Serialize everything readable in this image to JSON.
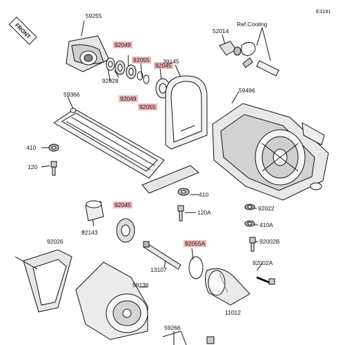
{
  "diagram": {
    "code": "E3191",
    "direction_marker": "FRONT",
    "cooling_reference": "Ref.Cooling",
    "highlight_color": "#f2b8bd",
    "part_labels": {
      "p59255": "59255",
      "p52014": "52014",
      "p92049_top": "92049",
      "p92055_top": "92055",
      "p92045_top": "92045",
      "p39145": "39145",
      "p92028": "92028",
      "p92049_bottom": "92049",
      "p92055_bottom": "92055",
      "p59366": "59366",
      "p59496": "59496",
      "p410_left": "410",
      "p120_left": "120",
      "p92045_mid": "92045",
      "p410_mid": "410",
      "p92022": "92022",
      "p120A": "120A",
      "p410A": "410A",
      "p92143": "92143",
      "p92002B": "92002B",
      "p92055A": "92055A",
      "p92026": "92026",
      "p13107": "13107",
      "p92002A": "92002A",
      "p59136": "59136",
      "p11012": "11012",
      "p59266": "59266"
    }
  }
}
